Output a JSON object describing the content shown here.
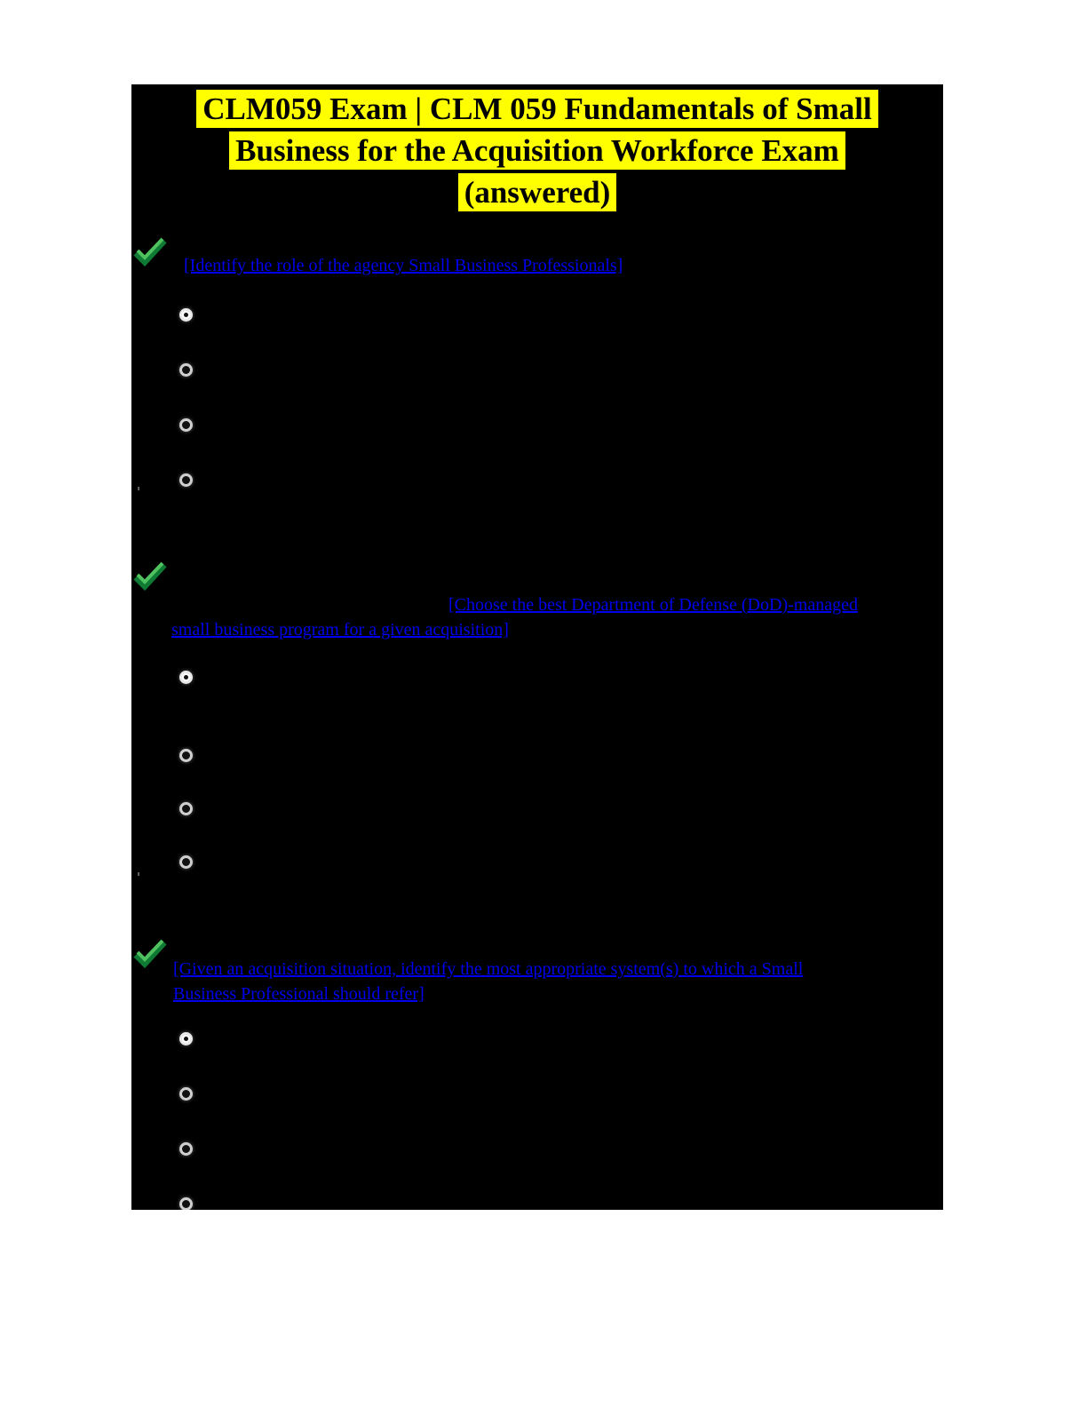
{
  "title": {
    "lines": [
      "CLM059 Exam | CLM 059 Fundamentals of Small",
      "Business for the Acquisition Workforce Exam",
      "(answered)"
    ]
  },
  "colors": {
    "highlight": "#ffff00",
    "link": "#0000EE",
    "checkmark": "#2fa94c",
    "document_background": "#000000",
    "page_background": "#ffffff"
  },
  "questions": [
    {
      "link_lines": [
        "[Identify the role of the agency Small Business Professionals]"
      ],
      "options": [
        {
          "selected": true
        },
        {
          "selected": false
        },
        {
          "selected": false
        },
        {
          "selected": false
        }
      ]
    },
    {
      "link_lines": [
        "[Choose the best Department of Defense (DoD)-managed",
        "small business program for a given acquisition]"
      ],
      "options": [
        {
          "selected": true
        },
        {
          "selected": false
        },
        {
          "selected": false
        },
        {
          "selected": false
        }
      ]
    },
    {
      "link_lines": [
        "[Given an acquisition situation, identify the most appropriate system(s) to which a Small",
        "Business Professional should refer]"
      ],
      "options": [
        {
          "selected": true
        },
        {
          "selected": false
        },
        {
          "selected": false
        },
        {
          "selected": false
        }
      ]
    }
  ],
  "stray_marks": [
    "'",
    "'"
  ]
}
